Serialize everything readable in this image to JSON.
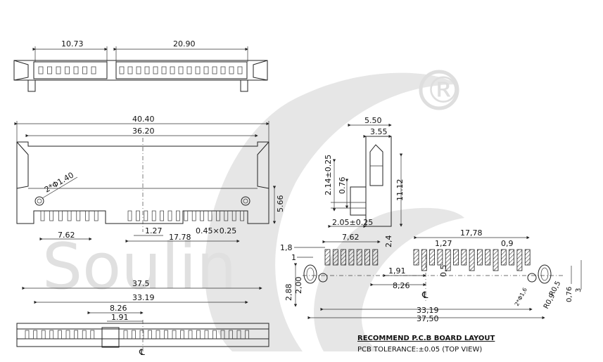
{
  "top_view": {
    "dim_left": "10.73",
    "dim_right": "20.90"
  },
  "front_view": {
    "dim_total": "40.40",
    "dim_inner": "36.20",
    "hole": "2*Φ1.40",
    "dim_left": "7.62",
    "pitch": "1.27",
    "span": "17.78",
    "pin": "0.45×0.25",
    "height": "5.66"
  },
  "side_view": {
    "width": "5.50",
    "inner": "3.55",
    "height": "11.12",
    "h1": "2.14±0.25",
    "h2": "0.76",
    "base": "2.05±0.25"
  },
  "bottom_view": {
    "total": "37.5",
    "inner": "33.19",
    "center": "8.26",
    "offset": "1.91",
    "cl": "℄"
  },
  "pcb_layout": {
    "d_7_62": "7,62",
    "d_2_4": "2,4",
    "d_17_78": "17,78",
    "d_1_27": "1,27",
    "d_0_9": "0,9",
    "d_1_8": "1,8",
    "d_1": "1",
    "d_1_91": "1,91",
    "d_8_26": "8,26",
    "d_0_5": "0,5",
    "d_2_88": "2,88",
    "d_2_00": "2,00",
    "d_33_19": "33,19",
    "d_37_50": "37,50",
    "d_r05": "R0,5",
    "d_r09": "R0,9",
    "d_076": "0,76",
    "d_3": "3",
    "d_hole": "2*Φ1,6",
    "cl": "℄"
  },
  "caption": {
    "title": "RECOMMEND P.C.B BOARD LAYOUT",
    "subtitle": "PCB TOLERANCE:±0.05  (TOP VIEW)"
  },
  "watermark": {
    "text": "Soulin",
    "registered": "®"
  }
}
